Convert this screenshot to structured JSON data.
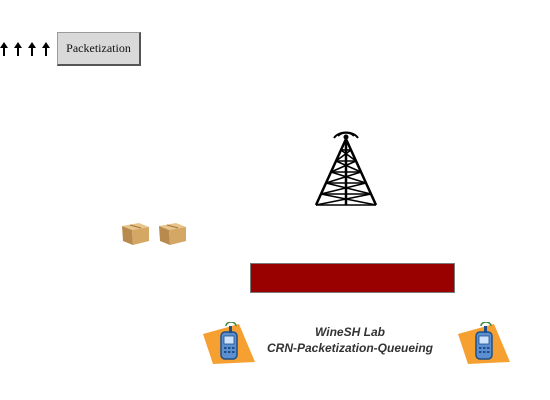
{
  "toolbar": {
    "arrow_icons": [
      "arrow-up-icon",
      "arrow-up-icon",
      "arrow-up-icon",
      "arrow-up-icon"
    ],
    "packetization_label": "Packetization"
  },
  "scene": {
    "tower_icon": "radio-tower-icon",
    "packet_icons": [
      "package-box-icon",
      "package-box-icon"
    ],
    "progress": {
      "value_fraction": 1.0,
      "fill_color": "#990000"
    },
    "devices": [
      "mobile-phone-icon",
      "mobile-phone-icon"
    ]
  },
  "footer": {
    "lab_name": "WineSH Lab",
    "project_name": "CRN-Packetization-Queueing"
  },
  "colors": {
    "accent": "#990000",
    "device_frame": "#f5a031",
    "device_screen": "#4a86c7"
  }
}
